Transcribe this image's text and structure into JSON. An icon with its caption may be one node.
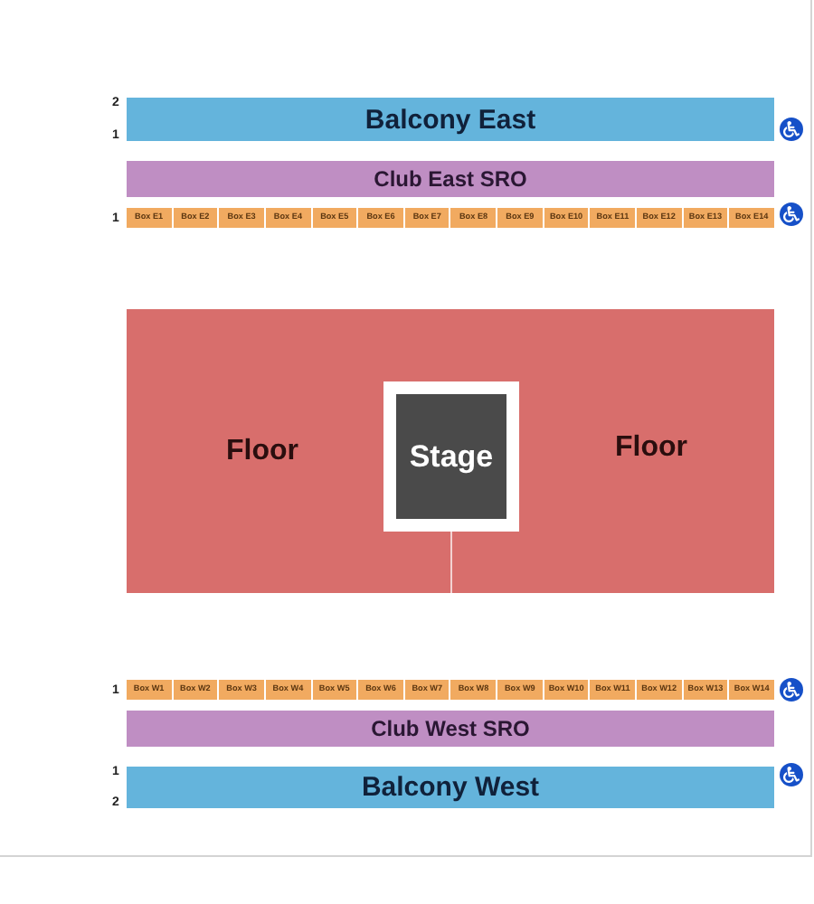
{
  "diagram": {
    "nodes": [
      {
        "text": [
          "Balcony East"
        ],
        "beside": [
          "2",
          "1"
        ]
      },
      {
        "text": [
          "Club East SRO"
        ]
      },
      {
        "text": [
          "Box E1"
        ],
        "beside": [
          "1"
        ]
      },
      {
        "text": [
          "Box E2"
        ]
      },
      {
        "text": [
          "Box E3"
        ]
      },
      {
        "text": [
          "Box E4"
        ]
      },
      {
        "text": [
          "Box E5"
        ]
      },
      {
        "text": [
          "Box E6"
        ]
      },
      {
        "text": [
          "Box E7"
        ]
      },
      {
        "text": [
          "Box E8"
        ]
      },
      {
        "text": [
          "Box E9"
        ]
      },
      {
        "text": [
          "Box E10"
        ]
      },
      {
        "text": [
          "Box E11"
        ]
      },
      {
        "text": [
          "Box E12"
        ]
      },
      {
        "text": [
          "Box E13"
        ]
      },
      {
        "text": [
          "Box E14"
        ]
      },
      {
        "text": [
          "Floor",
          "Floor"
        ]
      },
      {
        "text": [
          "Stage"
        ],
        "in": 16
      },
      {
        "text": [
          "Box W1"
        ],
        "beside": [
          "1"
        ]
      },
      {
        "text": [
          "Box W2"
        ]
      },
      {
        "text": [
          "Box W3"
        ]
      },
      {
        "text": [
          "Box W4"
        ]
      },
      {
        "text": [
          "Box W5"
        ]
      },
      {
        "text": [
          "Box W6"
        ]
      },
      {
        "text": [
          "Box W7"
        ]
      },
      {
        "text": [
          "Box W8"
        ]
      },
      {
        "text": [
          "Box W9"
        ]
      },
      {
        "text": [
          "Box W10"
        ]
      },
      {
        "text": [
          "Box W11"
        ]
      },
      {
        "text": [
          "Box W12"
        ]
      },
      {
        "text": [
          "Box W13"
        ]
      },
      {
        "text": [
          "Box W14"
        ]
      },
      {
        "text": [
          "Club West SRO"
        ]
      },
      {
        "text": [
          "Balcony West"
        ],
        "beside": [
          "1",
          "2"
        ]
      }
    ]
  }
}
